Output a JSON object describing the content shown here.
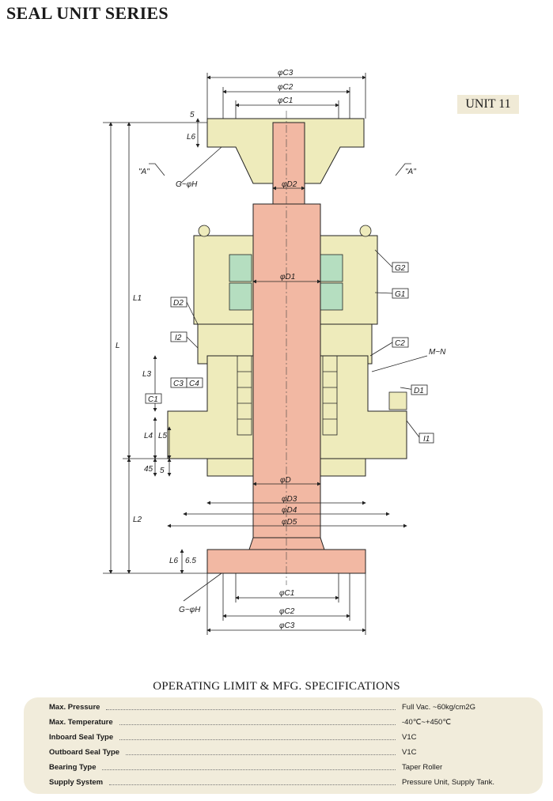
{
  "header": {
    "title": "SEAL UNIT SERIES"
  },
  "unit": {
    "label": "UNIT 11"
  },
  "drawing": {
    "dimensions": {
      "c3": "φC3",
      "c2": "φC2",
      "c1": "φC1",
      "d2": "φD2",
      "d1": "φD1",
      "d": "φD",
      "d3": "φD3",
      "d4": "φD4",
      "d5": "φD5",
      "l": "L",
      "l1": "L1",
      "l2": "L2",
      "l3": "L3",
      "l4": "L4",
      "l5": "L5",
      "l6": "L6",
      "five": "5",
      "five_b": "5",
      "fortyfive": "45",
      "six5": "6.5",
      "gh": "G~φH",
      "gh_b": "G~φH",
      "mn": "M~N",
      "a": "\"A\"",
      "a_b": "\"A\""
    },
    "tags": {
      "g2": "G2",
      "g1": "G1",
      "c2": "C2",
      "d1": "D1",
      "i1": "I1",
      "d2_l": "D2",
      "i2_l": "I2",
      "c3": "C3",
      "c4": "C4",
      "c1": "C1"
    },
    "colors": {
      "shaft": "#f2b8a3",
      "housing": "#eeebbb",
      "bearing": "#b5dec0",
      "line": "#222222"
    }
  },
  "specs": {
    "title": "OPERATING LIMIT & MFG. SPECIFICATIONS",
    "rows": [
      {
        "label": "Max. Pressure",
        "value": "Full Vac. ~60kg/cm2G"
      },
      {
        "label": "Max. Temperature",
        "value": "-40℃~+450℃"
      },
      {
        "label": "Inboard Seal Type",
        "value": "V1C"
      },
      {
        "label": "Outboard Seal Type",
        "value": "V1C"
      },
      {
        "label": "Bearing Type",
        "value": "Taper Roller"
      },
      {
        "label": "Supply System",
        "value": "Pressure Unit, Supply Tank."
      }
    ]
  }
}
